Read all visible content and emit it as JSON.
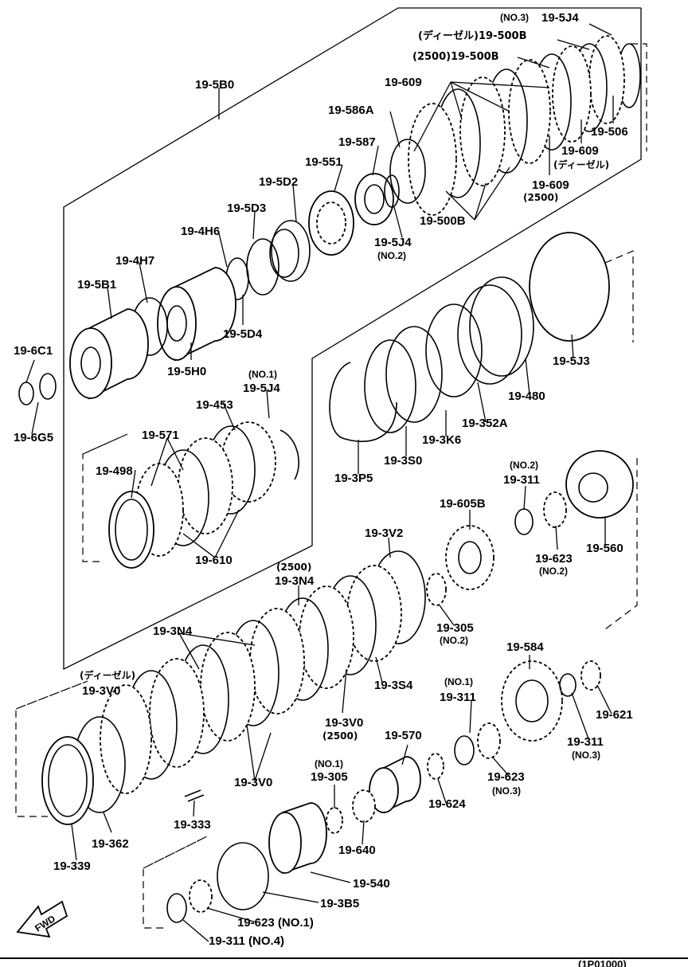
{
  "labels": {
    "l_5j4_no3_tag": "(NO.3)",
    "l_5j4_top": "19-5J4",
    "l_500b_diesel": "(ディーゼル)19-500B",
    "l_500b_2500": "(2500)19-500B",
    "l_609_a": "19-609",
    "l_586a": "19-586A",
    "l_587": "19-587",
    "l_551": "19-551",
    "l_5d2": "19-5D2",
    "l_5d3": "19-5D3",
    "l_4h6": "19-4H6",
    "l_4h7": "19-4H7",
    "l_5b1": "19-5B1",
    "l_5b0": "19-5B0",
    "l_6c1": "19-6C1",
    "l_6g5": "19-6G5",
    "l_5h0": "19-5H0",
    "l_5d4": "19-5D4",
    "l_5j4_no2": "19-5J4",
    "l_5j4_no2_tag": "(NO.2)",
    "l_500b_c": "19-500B",
    "l_506": "19-506",
    "l_609_b": "19-609",
    "l_609_b_tag": "(ディーゼル)",
    "l_609_c": "19-609",
    "l_609_c_tag": "(2500)",
    "l_5j3": "19-5J3",
    "l_480": "19-480",
    "l_352a": "19-352A",
    "l_3k6": "19-3K6",
    "l_3s0": "19-3S0",
    "l_3p5": "19-3P5",
    "l_5j4_no1_tag": "(NO.1)",
    "l_5j4_no1": "19-5J4",
    "l_453": "19-453",
    "l_571": "19-571",
    "l_498": "19-498",
    "l_610": "19-610",
    "l_311_no2_tag": "(NO.2)",
    "l_311_no2": "19-311",
    "l_605b": "19-605B",
    "l_623_no2": "19-623",
    "l_623_no2_tag": "(NO.2)",
    "l_560": "19-560",
    "l_3v2": "19-3V2",
    "l_3n4_2500_tag": "(2500)",
    "l_3n4_a": "19-3N4",
    "l_305_no2": "19-305",
    "l_305_no2_tag": "(NO.2)",
    "l_3n4_b": "19-3N4",
    "l_584": "19-584",
    "l_3v0_diesel_tag": "(ディーゼル)",
    "l_3v0_a": "19-3V0",
    "l_3s4": "19-3S4",
    "l_311_no1_tag": "(NO.1)",
    "l_311_no1": "19-311",
    "l_621": "19-621",
    "l_3v0_b": "19-3V0",
    "l_3v0_b_tag": "(2500)",
    "l_311_no3": "19-311",
    "l_311_no3_tag": "(NO.3)",
    "l_570": "19-570",
    "l_623_no3": "19-623",
    "l_623_no3_tag": "(NO.3)",
    "l_3v0_c": "19-3V0",
    "l_305_no1_tag": "(NO.1)",
    "l_305_no1": "19-305",
    "l_624": "19-624",
    "l_333": "19-333",
    "l_362": "19-362",
    "l_339": "19-339",
    "l_640": "19-640",
    "l_540": "19-540",
    "l_3b5": "19-3B5",
    "l_623_no1": "19-623 (NO.1)",
    "l_311_no4": "19-311 (NO.4)",
    "fwd": "FWD",
    "code": "(1P01000)"
  }
}
